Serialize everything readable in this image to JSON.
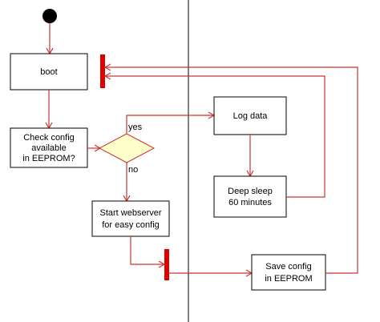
{
  "nodes": {
    "boot": "boot",
    "check_config_1": "Check config",
    "check_config_2": "available",
    "check_config_3": "in EEPROM?",
    "log_data": "Log data",
    "deep_sleep_1": "Deep sleep",
    "deep_sleep_2": "60 minutes",
    "webserver_1": "Start webserver",
    "webserver_2": "for easy config",
    "save_config_1": "Save config",
    "save_config_2": "in EEPROM"
  },
  "branches": {
    "yes": "yes",
    "no": "no"
  },
  "colors": {
    "flow": "#cc3333",
    "sync_bar": "#dd0000",
    "decision_fill": "#ffffcc",
    "start_node": "#000000"
  }
}
